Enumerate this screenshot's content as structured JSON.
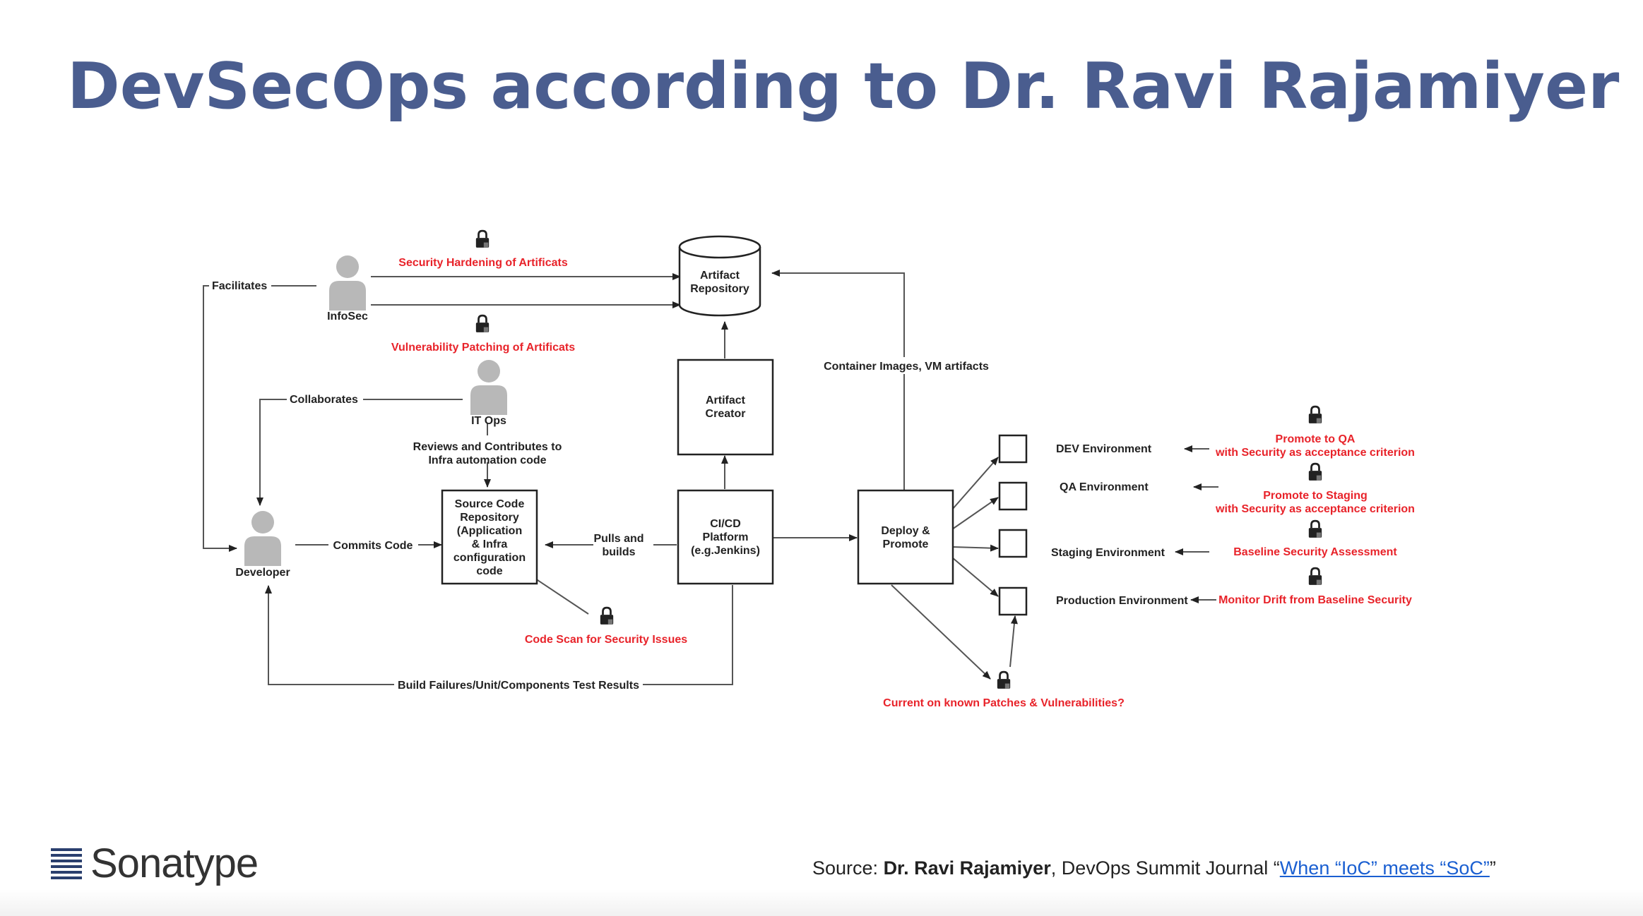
{
  "slide": {
    "title": "DevSecOps according to Dr. Ravi Rajamiyer",
    "brand": "Sonatype",
    "source_prefix": "Source: ",
    "source_author": "Dr. Ravi Rajamiyer",
    "source_middle": ", DevOps Summit Journal “",
    "source_link": "When “IoC” meets “SoC”",
    "source_suffix": "”"
  },
  "diagram": {
    "actors": {
      "infosec": "InfoSec",
      "itops": "IT Ops",
      "developer": "Developer"
    },
    "nodes": {
      "artifact_repository": [
        "Artifact",
        "Repository"
      ],
      "artifact_creator": [
        "Artifact",
        "Creator"
      ],
      "source_code": [
        "Source Code",
        "Repository",
        "(Application",
        "& Infra",
        "configuration",
        "code"
      ],
      "cicd": [
        "CI/CD",
        "Platform",
        "(e.g.Jenkins)"
      ],
      "deploy": [
        "Deploy &",
        "Promote"
      ]
    },
    "edges": {
      "facilitates": "Facilitates",
      "collaborates": "Collaborates",
      "reviews": [
        "Reviews and Contributes to",
        "Infra automation code"
      ],
      "commits": "Commits Code",
      "pulls": [
        "Pulls and",
        "builds"
      ],
      "container": "Container Images, VM artifacts",
      "build_failures": "Build Failures/Unit/Components Test Results"
    },
    "environments": {
      "dev": "DEV Environment",
      "qa": "QA Environment",
      "staging": "Staging Environment",
      "production": "Production Environment"
    },
    "security": {
      "hardening": "Security Hardening of Artificats",
      "patching": "Vulnerability Patching of Artificats",
      "code_scan": "Code Scan for Security Issues",
      "current_patches": "Current on known Patches & Vulnerabilities?",
      "promote_qa": [
        "Promote to QA",
        "with Security as acceptance criterion"
      ],
      "promote_staging": [
        "Promote to Staging",
        "with Security as acceptance criterion"
      ],
      "baseline": "Baseline Security Assessment",
      "drift": "Monitor Drift from Baseline Security"
    },
    "colors": {
      "security_red": "#e8232a",
      "title_blue": "#4a5d8f"
    }
  }
}
